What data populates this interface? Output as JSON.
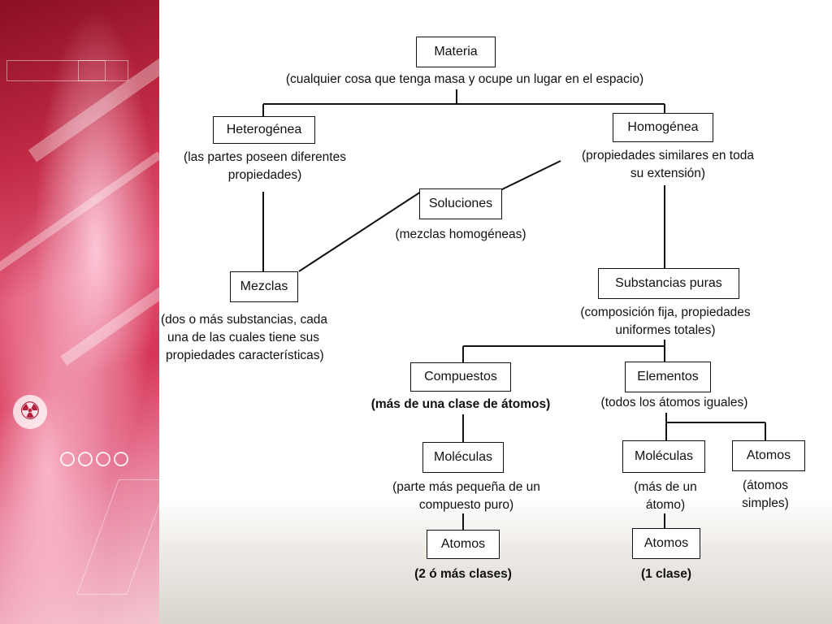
{
  "nodes": {
    "materia": {
      "label": "Materia",
      "note": "(cualquier cosa que tenga masa y ocupe un lugar en el espacio)"
    },
    "heterogenea": {
      "label": "Heterogénea",
      "note": [
        "(las partes poseen diferentes",
        "propiedades)"
      ]
    },
    "homogenea": {
      "label": "Homogénea",
      "note": [
        "(propiedades similares en toda",
        "su extensión)"
      ]
    },
    "soluciones": {
      "label": "Soluciones",
      "note": "(mezclas homogéneas)"
    },
    "mezclas": {
      "label": "Mezclas",
      "note": [
        "(dos o más substancias, cada",
        "una de las cuales tiene sus",
        "propiedades características)"
      ]
    },
    "substancias_puras": {
      "label": "Substancias puras",
      "note": [
        "(composición fija, propiedades",
        "uniformes totales)"
      ]
    },
    "compuestos": {
      "label": "Compuestos",
      "note": "(más de una clase de átomos)"
    },
    "elementos": {
      "label": "Elementos",
      "note": "(todos los átomos iguales)"
    },
    "moleculas_compuesto": {
      "label": "Moléculas",
      "note": [
        "(parte más pequeña de un",
        "compuesto puro)"
      ]
    },
    "moleculas_elemento": {
      "label": "Moléculas",
      "note": [
        "(más de un",
        "átomo)"
      ]
    },
    "atomos_simples": {
      "label": "Atomos",
      "note": [
        "(átomos",
        "simples)"
      ]
    },
    "atomos_compuesto": {
      "label": "Atomos",
      "note": "(2 ó más clases)"
    },
    "atomos_elemento": {
      "label": "Atomos",
      "note": "(1 clase)"
    }
  },
  "decoration": {
    "hazard_icon": "radiation-icon"
  }
}
